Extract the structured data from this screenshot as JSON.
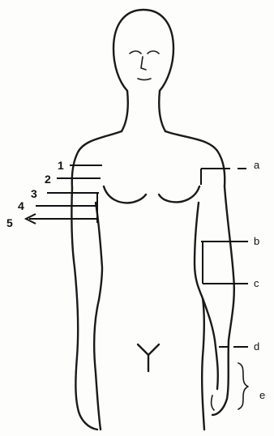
{
  "figure": {
    "left_labels": {
      "l1": "1",
      "l2": "2",
      "l3": "3",
      "l4": "4",
      "l5": "5"
    },
    "right_labels": {
      "a": "a",
      "b": "b",
      "c": "c",
      "d": "d",
      "e": "e"
    }
  }
}
